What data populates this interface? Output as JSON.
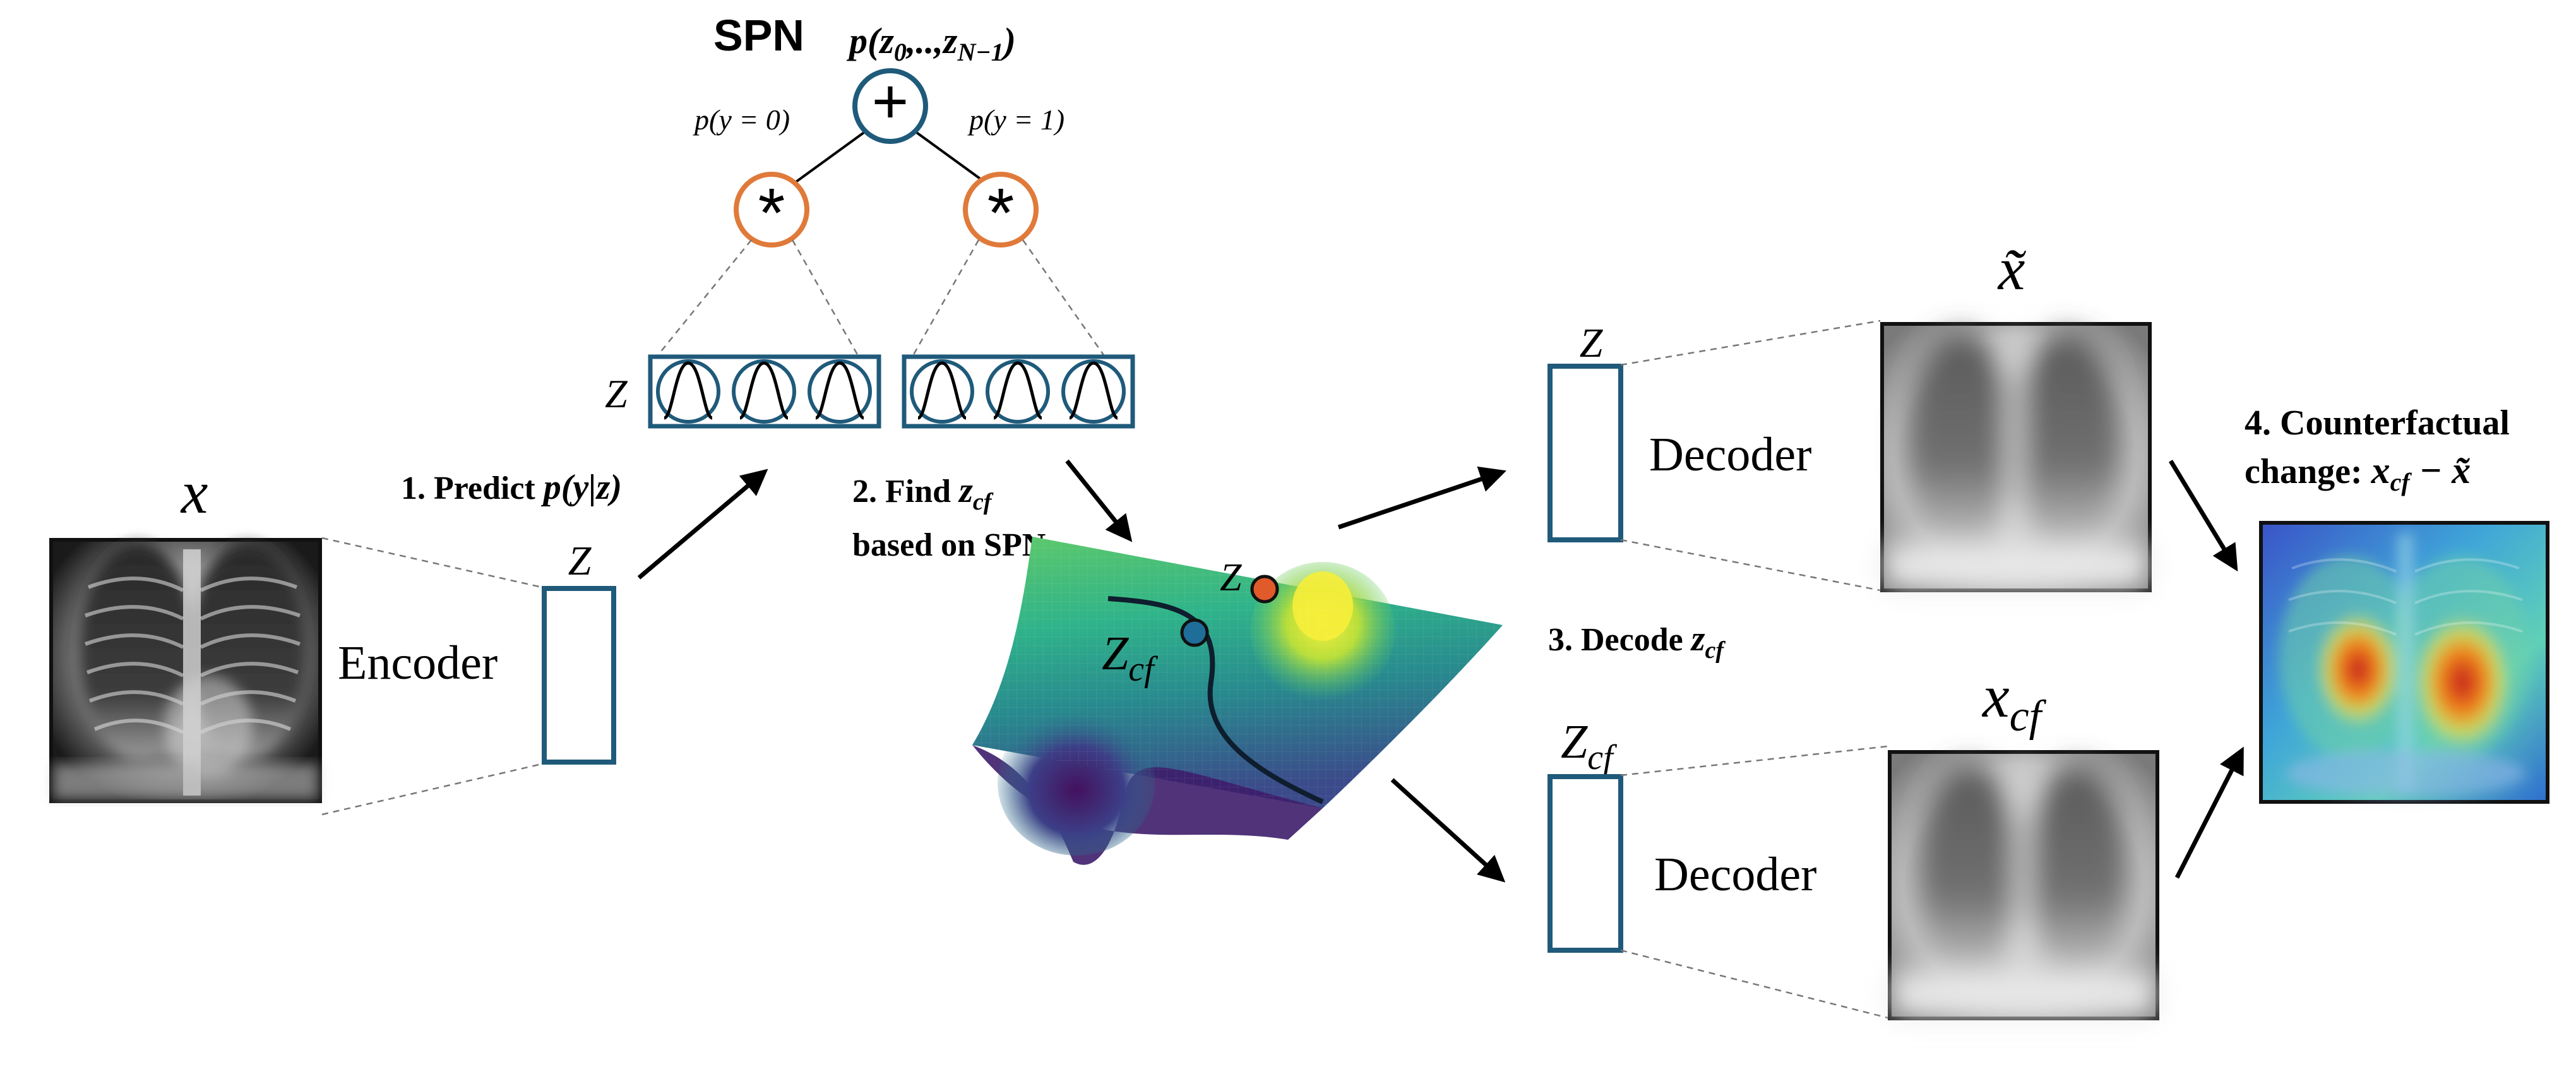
{
  "spn": {
    "title": "SPN",
    "root_label": "p(z₀,..,zₙ₋₁)",
    "root_label_main": "p(z",
    "root_label_rest": ",..,z",
    "sub0": "0",
    "subN": "N−1",
    "branch_left": "p(y = 0)",
    "branch_right": "p(y = 1)",
    "sum_symbol": "+",
    "product_symbol": "*",
    "leaf_row_label": "Z"
  },
  "input": {
    "x_label": "x",
    "encoder_label": "Encoder",
    "z_label": "Z"
  },
  "steps": {
    "step1_prefix": "1. Predict ",
    "step1_formula": "p(y|z)",
    "step2_line1_prefix": "2. Find ",
    "step2_line1_var": "z",
    "step2_line1_sub": "cf",
    "step2_line2": "based on SPN",
    "step3_prefix": "3. Decode ",
    "step3_var": "z",
    "step3_sub": "cf",
    "step4_line1": "4. Counterfactual",
    "step4_line2_prefix": "change: ",
    "step4_formula_a": "x",
    "step4_formula_sub": "cf",
    "step4_formula_b": " − x̃"
  },
  "landscape": {
    "z_label": "Z",
    "zcf_label": "Z",
    "zcf_sub": "cf"
  },
  "decoders": {
    "top_z_label": "Z",
    "top_label": "Decoder",
    "top_output": "x̃",
    "bottom_z_label": "Z",
    "bottom_z_sub": "cf",
    "bottom_label": "Decoder",
    "bottom_output": "x",
    "bottom_output_sub": "cf"
  },
  "colors": {
    "navy": "#1f5a7a",
    "orange": "#e07a3a",
    "surface_yellow": "#f2e53a",
    "surface_green": "#3fbf82",
    "surface_teal": "#2a8f8c",
    "surface_purple": "#451a6e",
    "arrow": "#000000"
  }
}
